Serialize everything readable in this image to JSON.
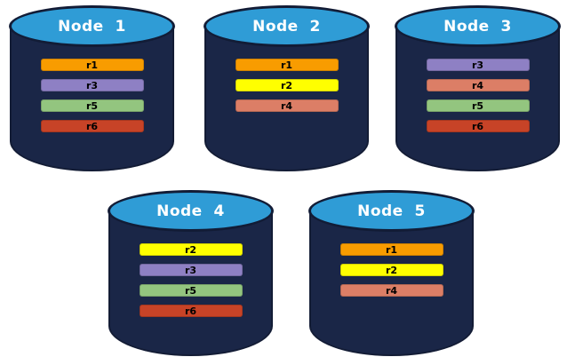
{
  "diagram": {
    "background": "#FFFFFF",
    "colors": {
      "cylinder_body": "#1A2647",
      "cylinder_outline": "#121C36",
      "cylinder_top": "#2F9CD6",
      "title_text": "#FFFFFF",
      "bar_text": "#000000"
    },
    "replica_colors": {
      "r1": "#F89C00",
      "r2": "#FFFF00",
      "r3": "#8E80C4",
      "r4": "#DC7E66",
      "r5": "#93C57F",
      "r6": "#C74327"
    },
    "nodes": [
      {
        "label": "Node  1",
        "replicas": [
          "r1",
          "r3",
          "r5",
          "r6"
        ]
      },
      {
        "label": "Node  2",
        "replicas": [
          "r1",
          "r2",
          "r4"
        ]
      },
      {
        "label": "Node  3",
        "replicas": [
          "r3",
          "r4",
          "r5",
          "r6"
        ]
      },
      {
        "label": "Node  4",
        "replicas": [
          "r2",
          "r3",
          "r5",
          "r6"
        ]
      },
      {
        "label": "Node  5",
        "replicas": [
          "r1",
          "r2",
          "r4"
        ]
      }
    ]
  }
}
